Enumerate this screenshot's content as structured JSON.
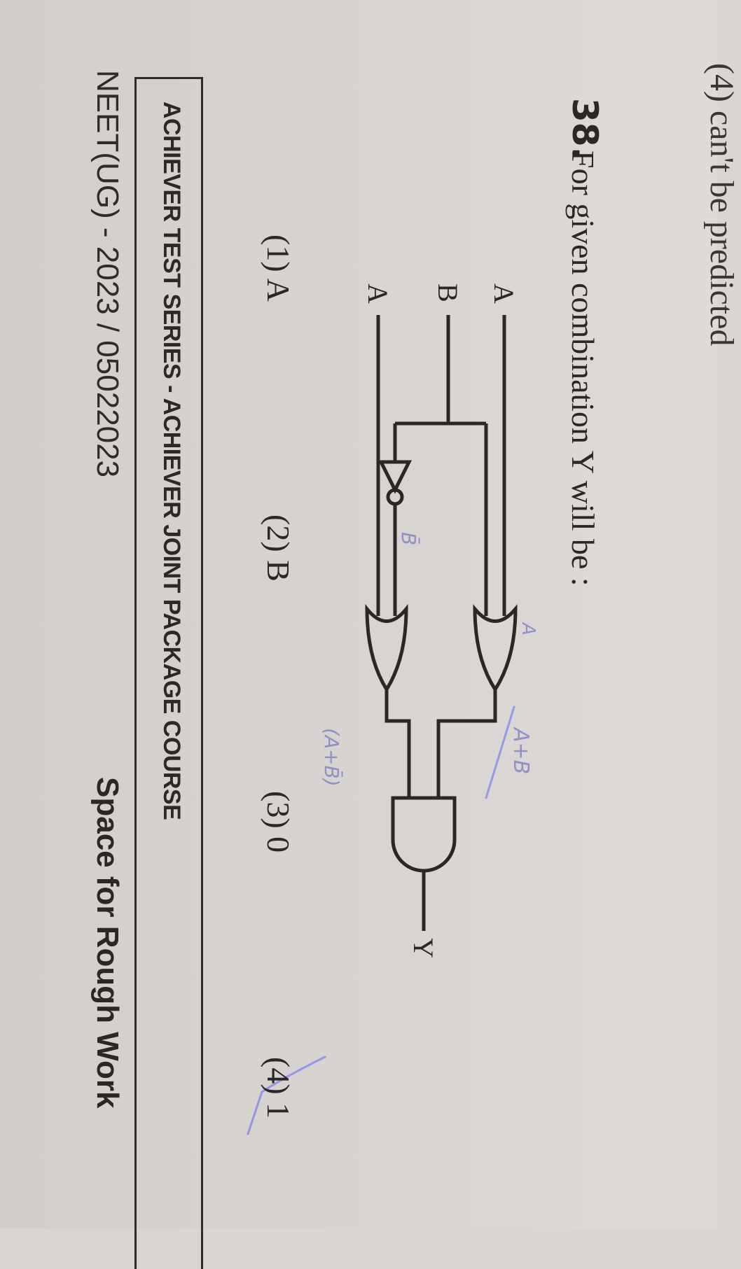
{
  "page": {
    "orientation": "rotated-90-clockwise",
    "previous_option_fragment": "(4) can't be predicted"
  },
  "question": {
    "number": "38.",
    "text": "For given combination Y will be :",
    "circuit": {
      "inputs": [
        "A",
        "B",
        "A"
      ],
      "output": "Y",
      "gates": [
        {
          "type": "OR",
          "inputs": [
            "A",
            "B"
          ]
        },
        {
          "type": "NOT",
          "inputs": [
            "B"
          ]
        },
        {
          "type": "OR",
          "inputs": [
            "A",
            "B̄"
          ]
        },
        {
          "type": "AND",
          "inputs": [
            "OR1",
            "OR2"
          ],
          "output": "Y"
        }
      ]
    },
    "options": [
      {
        "label": "(1)",
        "value": "A"
      },
      {
        "label": "(2)",
        "value": "B"
      },
      {
        "label": "(3)",
        "value": "0"
      },
      {
        "label": "(4)",
        "value": "1",
        "marked": true
      }
    ]
  },
  "handwritten_annotations": [
    "A+B",
    "B̄",
    "(A+B̄)",
    "A"
  ],
  "header": {
    "series_title": "ACHIEVER TEST SERIES - ACHIEVER JOINT PACKAGE COURSE"
  },
  "footer": {
    "exam_code": "NEET(UG) - 2023 / 05022023",
    "rough_work_label": "Space for Rough Work"
  },
  "colors": {
    "paper": "#dcd8d5",
    "ink": "#2a2726",
    "pen": "#4a4cff"
  }
}
